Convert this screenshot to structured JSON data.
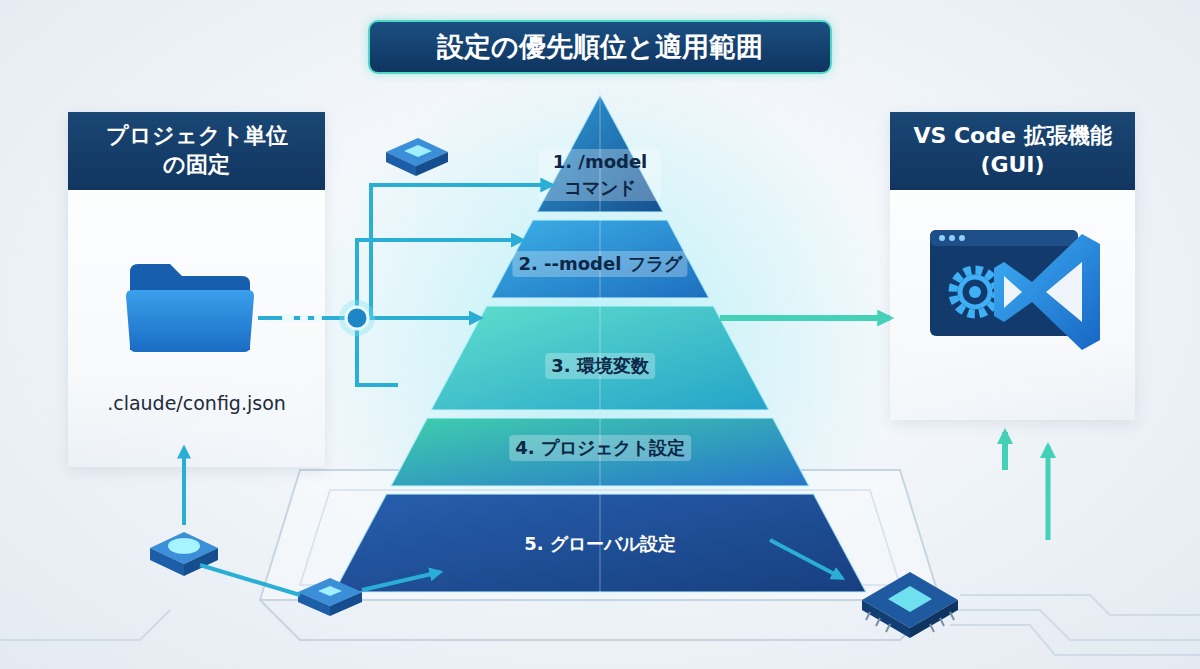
{
  "diagram": {
    "title": "設定の優先順位と適用範囲",
    "nodes": [
      {
        "text": [
          "プロジェクト単位の固定",
          ".claude/config.json"
        ]
      },
      {
        "text": [
          "1. /model コマンド"
        ]
      },
      {
        "text": [
          "2. --model フラグ"
        ]
      },
      {
        "text": [
          "3. 環境変数"
        ]
      },
      {
        "text": [
          "4. プロジェクト設定"
        ]
      },
      {
        "text": [
          "5. グローバル設定"
        ]
      },
      {
        "text": [
          "VS Code 拡張機能 (GUI)"
        ]
      }
    ],
    "edges": [
      {
        "from": 0,
        "to": 1,
        "arrow": "to"
      },
      {
        "from": 0,
        "to": 2,
        "arrow": "to"
      },
      {
        "from": 0,
        "to": 3,
        "arrow": "to"
      },
      {
        "from": 3,
        "to": 6,
        "arrow": "to"
      }
    ]
  }
}
